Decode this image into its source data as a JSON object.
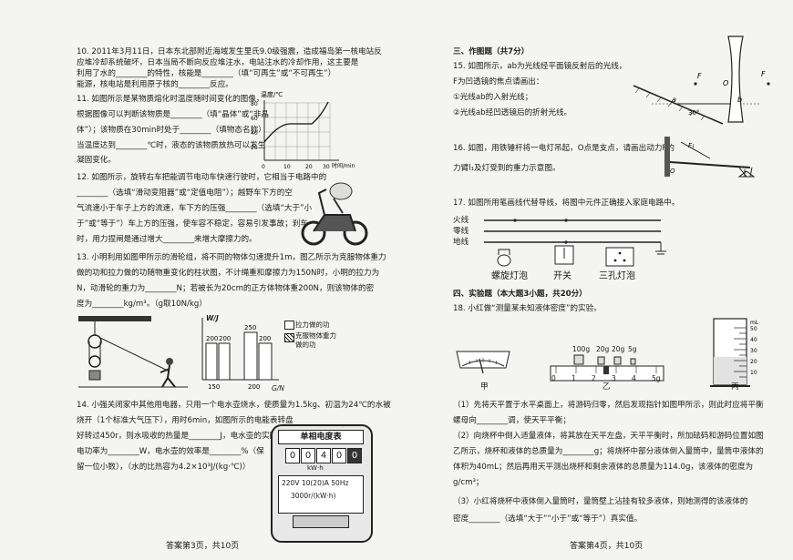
{
  "left": {
    "q10": [
      "10. 2011年3月11日，日本东北部附近海域发生里氏9.0级强震，造成福岛第一核电站反",
      "应堆冷却系统破坏，日本当局不断向反应堆注水，电站注水的冷却作用，这主要是",
      "利用了水的________的特性，核能是________（填“可再生”或“不可再生”）",
      "能源，核电站是利用原子核的________反应。"
    ],
    "q11": [
      "11. 如图所示是某物质熔化时温度随时间变化的图像，",
      "根据图像可以判断该物质是________（填“晶体”或“非晶",
      "体”）；该物质在30min时处于________（填物态名称）",
      "当温度达到________℃时，液态的该物质放热可以发生",
      "凝固变化。"
    ],
    "q12": [
      "12. 如图所示，旋转右车把能调节电动车快速行驶时，它相当于电路中的",
      "________（选填“滑动变阻器”或“定值电阻”）；越野车下方的空",
      "气流速小于车子上方的流速，车下方的压强________（选填“大于”小",
      "于”或“等于”）车上方的压强，使车容不稳定，容易引发事故；刹车",
      "时，用力捏闸是通过增大________来增大摩擦力的。"
    ],
    "q13": [
      "13. 小明利用如图甲所示的滑轮组，将不同的物体匀速提升1m，图乙所示为克服物体重力",
      "做的功和拉力做的功随物重变化的柱状图，不计绳重和摩擦力为150N时，小明的拉力为",
      "N，动滑轮的重力为________N；若被长为20cm的正方体物体重200N，则该物体的密",
      "度为________kg/m³。（g取10N/kg）"
    ],
    "q14": [
      "14. 小强关闭家中其他用电器，只用一个电水壶烧水，使质量为1.5kg、初温为24℃的水被",
      "烧开（1个标准大气压下），用时6min，如图所示的电能表转盘",
      "好转过450r，则水吸收的热量是________J，电水壶的实际",
      "电功率为________W，电水壶的效率是________%（保",
      "留一位小数），（水的比热容为4.2×10³J/(kg·℃)）"
    ],
    "graph": {
      "ylabel": "温度/℃",
      "xlabel": "时间/min",
      "yticks": [
        "80",
        "60",
        "40",
        "20"
      ],
      "xticks": [
        "0",
        "10",
        "20",
        "30"
      ]
    },
    "bars": {
      "yunit": "W/J",
      "xunit": "G/N",
      "xticks": [
        "150",
        "200"
      ],
      "values": [
        "200",
        "200",
        "250",
        "200"
      ],
      "legend": [
        "拉力做的功",
        "克服物体重力做的功"
      ]
    },
    "meter": {
      "title": "单相电度表",
      "digits": [
        "0",
        "0",
        "4",
        "0",
        "0"
      ],
      "unit": "kW·h",
      "spec": "220V 10(20)A 50Hz",
      "rev": "3000r/(kW·h)"
    },
    "footer": "答案第3页，共10页"
  },
  "right": {
    "section3": "三、作图题（共7分）",
    "q15": [
      "15. 如图所示，ab为光线经平面镜反射后的光线，",
      "F为凹透镜的焦点请画出：",
      "①光线ab的入射光线；",
      "②光线ab经凹透镜后的折射光线。"
    ],
    "q15_labels": [
      "F",
      "F",
      "O",
      "a",
      "b",
      "30°"
    ],
    "q16": [
      "16. 如图，用铁锤杆将一电灯吊起，O点是支点，请画出动力F的",
      "力臂l₁及灯受到的重力示意图。"
    ],
    "q16_labels": [
      "F₁",
      "O"
    ],
    "q17": "17. 如图所用笔画线代替导线，将图中元件正确接入家庭电路中。",
    "wires": [
      "火线",
      "零线",
      "地线"
    ],
    "components": [
      "螺旋灯泡",
      "开关",
      "三孔灯泡"
    ],
    "section4": "四、实验题（本大题3小题，共20分）",
    "q18": "18. 小红做“测量某未知液体密度”的实验。",
    "weights": [
      "100g",
      "20g",
      "20g",
      "5g"
    ],
    "ruler": [
      "0",
      "1",
      "2",
      "3",
      "4",
      "5g"
    ],
    "cylinder_unit": "mL",
    "cylinder_ticks": [
      "50",
      "40",
      "30",
      "20",
      "10"
    ],
    "fig_labels": [
      "甲",
      "乙",
      "丙"
    ],
    "q18_text": [
      "（1）先将天平置于水平桌面上，将游码归零，然后发现指针如图甲所示，则此时应将平衡",
      "螺母向________调，使天平平衡；",
      "（2）向烧杯中倒入适量液体，将其放在天平左盘，天平平衡时，所加砝码和游码位置如图",
      "乙所示，烧杯和液体的总质量为________g；将烧杯中部分液体倒入量筒中，量筒中液体的",
      "体积为40mL；然后再用天平测出烧杯和剩余液体的总质量为114.0g，该液体的密度为",
      "g/cm³；",
      "（3）小红将烧杯中液体倒入量筒时，量筒壁上沾挂有较多液体，则她测得的该液体的",
      "密度________（选填“大于”“小于”或“等于”）真实值。"
    ],
    "footer": "答案第4页，共10页"
  }
}
